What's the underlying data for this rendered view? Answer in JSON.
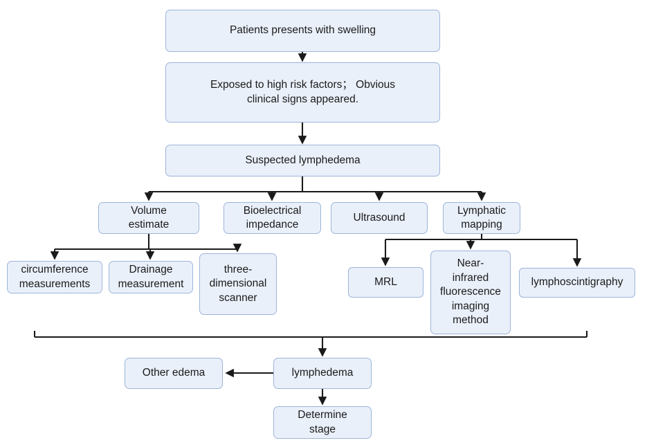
{
  "diagram": {
    "title": "Lymphedema diagnostic flowchart",
    "palette": {
      "node_fill": "#eaf0fa",
      "node_border": "#9cb4d8",
      "connector": "#1a1a1a",
      "text": "#1a1a1a",
      "background": "#ffffff"
    },
    "nodes": [
      {
        "id": "patients_swelling",
        "label": "Patients presents with swelling"
      },
      {
        "id": "risk_factors",
        "label": "Exposed to high risk factors；  Obvious\nclinical signs appeared."
      },
      {
        "id": "suspected_lymphedema",
        "label": "Suspected lymphedema"
      },
      {
        "id": "volume_estimate",
        "label": "Volume\nestimate"
      },
      {
        "id": "bioelectrical",
        "label": "Bioelectrical\nimpedance"
      },
      {
        "id": "ultrasound",
        "label": "Ultrasound"
      },
      {
        "id": "lymphatic_mapping",
        "label": "Lymphatic\nmapping"
      },
      {
        "id": "circumference",
        "label": "circumference\nmeasurements"
      },
      {
        "id": "drainage",
        "label": "Drainage\nmeasurement"
      },
      {
        "id": "three_dimensional",
        "label": "three-\ndimensional\nscanner"
      },
      {
        "id": "mrl",
        "label": "MRL"
      },
      {
        "id": "near_infrared",
        "label": "Near-\ninfrared\nfluorescence\nimaging\nmethod"
      },
      {
        "id": "lymphoscintigraphy",
        "label": "lymphoscintigraphy"
      },
      {
        "id": "other_edema",
        "label": "Other edema"
      },
      {
        "id": "lymphedema",
        "label": "lymphedema"
      },
      {
        "id": "determine_stage",
        "label": "Determine\nstage"
      }
    ],
    "edges": [
      {
        "from": "patients_swelling",
        "to": "risk_factors"
      },
      {
        "from": "risk_factors",
        "to": "suspected_lymphedema"
      },
      {
        "from": "suspected_lymphedema",
        "to": "volume_estimate"
      },
      {
        "from": "suspected_lymphedema",
        "to": "bioelectrical"
      },
      {
        "from": "suspected_lymphedema",
        "to": "ultrasound"
      },
      {
        "from": "suspected_lymphedema",
        "to": "lymphatic_mapping"
      },
      {
        "from": "volume_estimate",
        "to": "circumference"
      },
      {
        "from": "volume_estimate",
        "to": "drainage"
      },
      {
        "from": "volume_estimate",
        "to": "three_dimensional"
      },
      {
        "from": "lymphatic_mapping",
        "to": "mrl"
      },
      {
        "from": "lymphatic_mapping",
        "to": "near_infrared"
      },
      {
        "from": "lymphatic_mapping",
        "to": "lymphoscintigraphy"
      },
      {
        "from": "all_tests",
        "to": "lymphedema"
      },
      {
        "from": "lymphedema",
        "to": "other_edema"
      },
      {
        "from": "lymphedema",
        "to": "determine_stage"
      }
    ]
  }
}
